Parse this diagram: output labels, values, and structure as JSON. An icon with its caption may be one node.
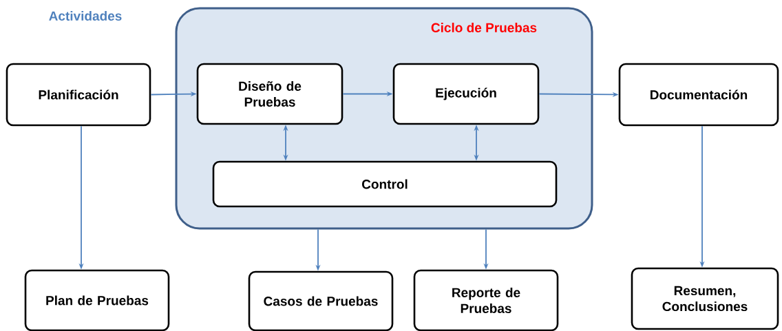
{
  "diagram": {
    "nodes": [
      {
        "text": [
          "Ciclo de Pruebas"
        ]
      },
      {
        "text": [
          "Planificación"
        ]
      },
      {
        "text": [
          "Diseño de Pruebas"
        ],
        "in": 0
      },
      {
        "text": [
          "Ejecución"
        ],
        "in": 0
      },
      {
        "text": [
          "Control"
        ],
        "in": 0
      },
      {
        "text": [
          "Documentación"
        ]
      },
      {
        "text": [
          "Plan de Pruebas"
        ]
      },
      {
        "text": [
          "Casos de Pruebas"
        ]
      },
      {
        "text": [
          "Reporte de Pruebas"
        ]
      },
      {
        "text": [
          "Resumen, Conclusiones"
        ]
      }
    ],
    "edges": [
      {
        "from": 1,
        "to": 2,
        "arrow": "to"
      },
      {
        "from": 2,
        "to": 3,
        "arrow": "to"
      },
      {
        "from": 3,
        "to": 5,
        "arrow": "to"
      },
      {
        "from": 2,
        "to": 4,
        "arrow": "both"
      },
      {
        "from": 3,
        "to": 4,
        "arrow": "both"
      },
      {
        "from": 1,
        "to": 6,
        "arrow": "to"
      },
      {
        "from": 0,
        "to": 7,
        "arrow": "to"
      },
      {
        "from": 0,
        "to": 8,
        "arrow": "to"
      },
      {
        "from": 5,
        "to": 9,
        "arrow": "to"
      }
    ],
    "labels": [
      "Actividades"
    ]
  }
}
